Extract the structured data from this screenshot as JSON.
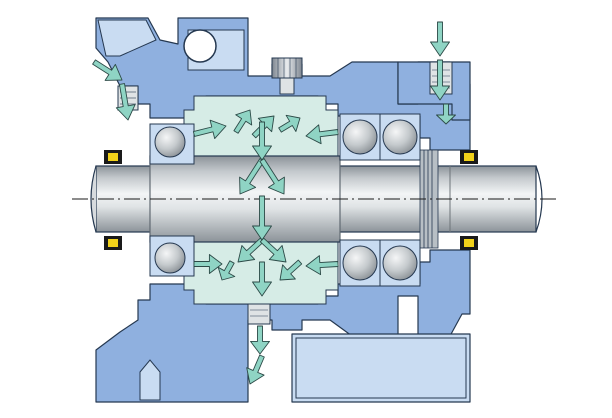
{
  "figure": {
    "kind": "bearing arrangement cross-section, lubrication flow",
    "labels": []
  },
  "colors": {
    "housing": "#8fb0df",
    "housing_light": "#c9dcf2",
    "housing_edge": "#253850",
    "shaft_light": "#f3f5f6",
    "shaft_mid": "#c4c9cd",
    "shaft_dark": "#8c9399",
    "oil_space": "#d6ece6",
    "flow_arrow": "#8fd4c4",
    "flow_arrow_edge": "#2c4a47",
    "seal_yellow": "#f2d21a",
    "seal_black": "#1a1a1a",
    "ball_light": "#f5f6f7",
    "ball_dark": "#8b9196",
    "centerline": "#1a1a1a"
  },
  "parts": [
    {
      "id": "housing",
      "icon": "housing-section"
    },
    {
      "id": "shaft",
      "icon": "shaft"
    },
    {
      "id": "ball-bearing-left",
      "icon": "ball-bearing"
    },
    {
      "id": "angular-contact-pair-right",
      "icon": "angular-contact-bearing-pair"
    },
    {
      "id": "grease-nipple-top",
      "icon": "grease-nipple"
    },
    {
      "id": "vent-plug-top-right",
      "icon": "vent-plug"
    },
    {
      "id": "drain-plug-bottom",
      "icon": "drain-plug"
    },
    {
      "id": "shaft-seal-left",
      "icon": "lip-seal"
    },
    {
      "id": "shaft-seal-right",
      "icon": "lip-seal"
    },
    {
      "id": "lock-nut",
      "icon": "lock-nut"
    }
  ]
}
